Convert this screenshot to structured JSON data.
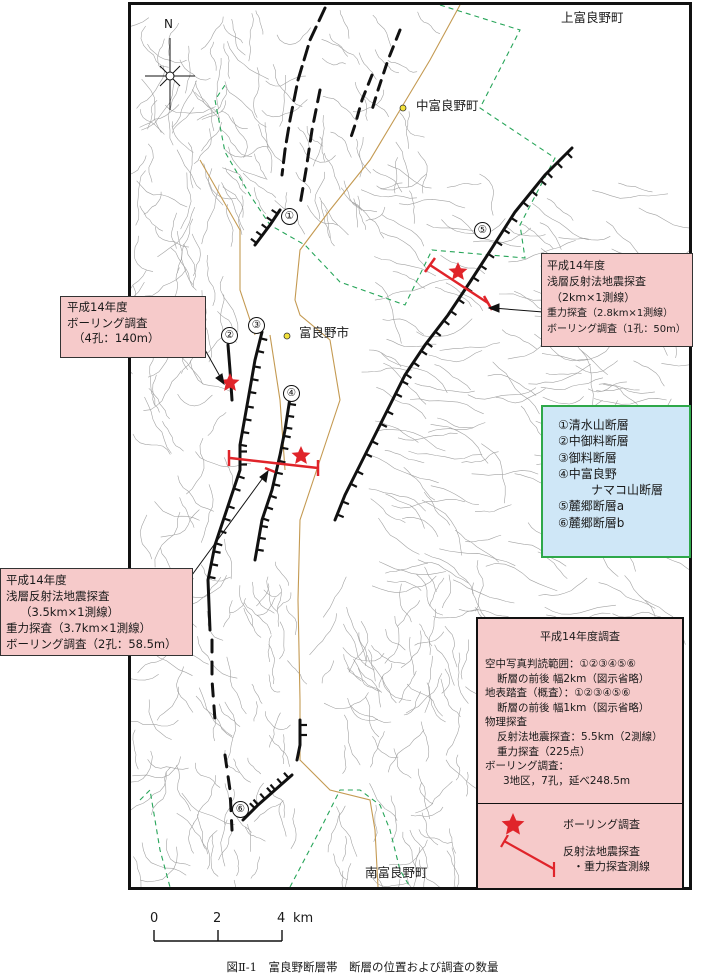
{
  "map": {
    "north_label": "N",
    "towns": {
      "kamifurano": "上富良野町",
      "nakafurano": "中富良野町",
      "furano": "富良野市",
      "minamifurano": "南富良野町"
    },
    "fault_numbers": [
      "①",
      "②",
      "③",
      "④",
      "⑤",
      "⑥"
    ],
    "colors": {
      "fault": "#111111",
      "boundary": "#c49a52",
      "town_border": "#27a559",
      "survey_line": "#e0242a",
      "boring_star": "#e0242a",
      "contour": "#9c9c9c",
      "callout_fill": "#f6caca",
      "legend_fill": "#cfe7f7",
      "legend_border": "#2ea84a"
    }
  },
  "callouts": {
    "boring_left": [
      "平成14年度",
      "ボーリング調査",
      "（4孔：140m）"
    ],
    "survey_right": [
      "平成14年度",
      "浅層反射法地震探査",
      "（2km×1測線）",
      "重力探査（2.8km×1測線）",
      "ボーリング調査（1孔：50m）"
    ],
    "survey_left": [
      "平成14年度",
      "浅層反射法地震探査",
      "（3.5km×1測線）",
      "重力探査（3.7km×1測線）",
      "ボーリング調査（2孔：58.5m）"
    ]
  },
  "legend": {
    "faults": [
      "①清水山断層",
      "②中御料断層",
      "③御料断層",
      "④中富良野",
      "ナマコ山断層",
      "⑤麓郷断層a",
      "⑥麓郷断層b"
    ]
  },
  "summary": {
    "title": "平成14年度調査",
    "lines": [
      "空中写真判読範囲：①②③④⑤⑥",
      "断層の前後 幅2km（図示省略）",
      "地表踏査（概査）：①②③④⑤⑥",
      "断層の前後 幅1km（図示省略）",
      "物理探査",
      "反射法地震探査：5.5km（2測線）",
      "重力探査（225点）",
      "ボーリング調査：",
      "3地区，7孔，延べ248.5m"
    ],
    "boring_label": "ボーリング調査",
    "survey_label_1": "反射法地震探査",
    "survey_label_2": "・重力探査測線"
  },
  "scale": {
    "ticks": [
      "0",
      "2",
      "4"
    ],
    "unit": "km"
  },
  "caption": "図Ⅱ-1　富良野断層帯　断層の位置および調査の数量"
}
